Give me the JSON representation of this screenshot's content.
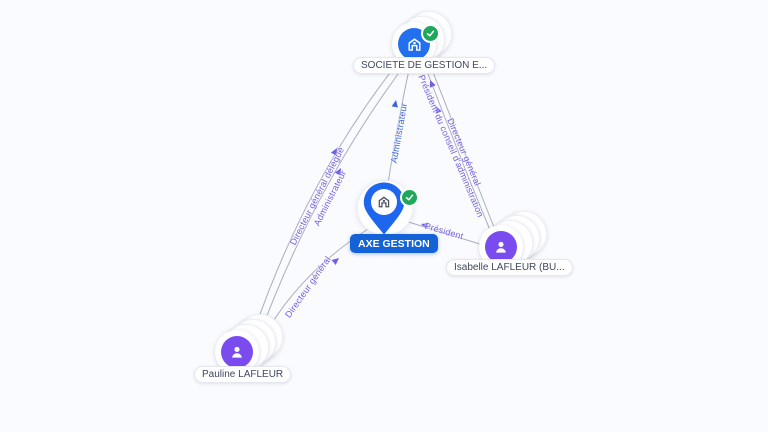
{
  "canvas": {
    "background": "#fafbfe",
    "edge_line_color": "#9aa0b4"
  },
  "colors": {
    "company_blue": "#2270f0",
    "pin_blue": "#1e66ee",
    "selected_pill_blue": "#1462d6",
    "person_purple": "#7a4cf0",
    "verified_green": "#1fa75c",
    "edge_label_blue": "#3f66dd",
    "edge_label_purple": "#6f5fe2"
  },
  "nodes": [
    {
      "id": "societe",
      "label": "SOCIETE DE GESTION E...",
      "type": "company",
      "icon": "building-icon",
      "verified": true,
      "stacked": true
    },
    {
      "id": "axe",
      "label": "AXE GESTION",
      "type": "company",
      "icon": "building-icon",
      "verified": true,
      "marker": "pin",
      "selected": true
    },
    {
      "id": "isabelle",
      "label": "Isabelle LAFLEUR (BU...",
      "type": "person",
      "icon": "person-icon",
      "verified": false,
      "stacked": true
    },
    {
      "id": "pauline",
      "label": "Pauline LAFLEUR",
      "type": "person",
      "icon": "person-icon",
      "verified": false,
      "stacked": true
    }
  ],
  "edges": [
    {
      "label": "Administrateur",
      "from": "AXE GESTION",
      "to": "SOCIETE DE GESTION E...",
      "color": "#3f66dd"
    },
    {
      "label": "Président du conseil d'administration",
      "from": "Isabelle LAFLEUR (BU...",
      "to": "SOCIETE DE GESTION E...",
      "color": "#6f5fe2"
    },
    {
      "label": "Directeur général",
      "from": "Isabelle LAFLEUR (BU...",
      "to": "SOCIETE DE GESTION E...",
      "color": "#6f5fe2"
    },
    {
      "label": "Président",
      "from": "Isabelle LAFLEUR (BU...",
      "to": "AXE GESTION",
      "color": "#6f5fe2"
    },
    {
      "label": "Directeur général délégué",
      "from": "Pauline LAFLEUR",
      "to": "SOCIETE DE GESTION E...",
      "color": "#6f5fe2"
    },
    {
      "label": "Administrateur",
      "from": "Pauline LAFLEUR",
      "to": "SOCIETE DE GESTION E...",
      "color": "#6f5fe2"
    },
    {
      "label": "Directeur général",
      "from": "Pauline LAFLEUR",
      "to": "AXE GESTION",
      "color": "#6f5fe2"
    }
  ]
}
